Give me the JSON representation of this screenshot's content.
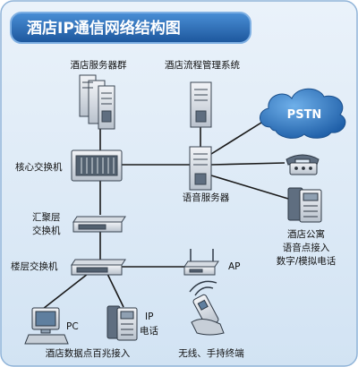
{
  "title": "酒店IP通信网络结构图",
  "colors": {
    "background": "#deeaf6",
    "title_bar": "#1f5fa8",
    "line": "#1a1a1a",
    "device": "#5f6e80",
    "cloud": "#3b82c4"
  },
  "labels": {
    "server_group": "酒店服务器群",
    "flow_system": "酒店流程管理系统",
    "core_switch": "核心交换机",
    "voice_server": "语音服务器",
    "pstn": "PSTN",
    "aggregation_line1": "汇聚层",
    "aggregation_line2": "交换机",
    "floor_switch": "楼层交换机",
    "ap": "AP",
    "apartment_line1": "酒店公寓",
    "apartment_line2": "语音点接入",
    "apartment_line3": "数字/模拟电话",
    "pc": "PC",
    "ip_phone_line1": "IP",
    "ip_phone_line2": "电话",
    "data_access": "酒店数据点百兆接入",
    "wireless": "无线、手持终端"
  },
  "icons": [
    "server-group-icon",
    "server-icon",
    "switch-icon",
    "cloud-icon",
    "phone-icon",
    "ip-phone-icon",
    "pc-icon",
    "access-point-icon",
    "handheld-icon"
  ]
}
